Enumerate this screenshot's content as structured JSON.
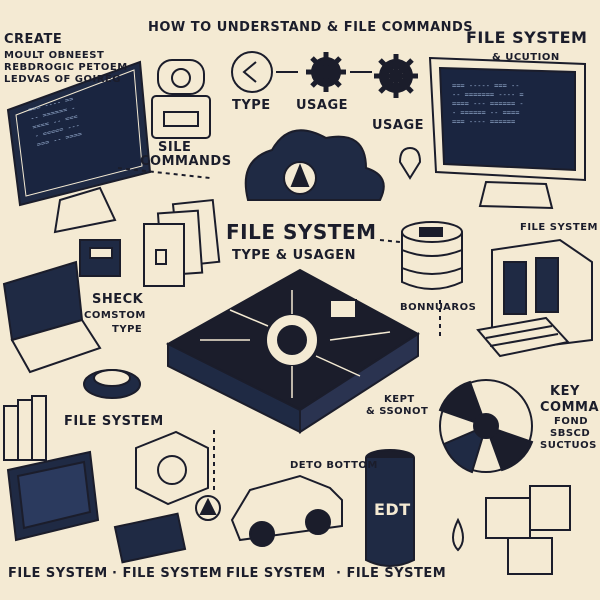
{
  "header": {
    "title": "HOW TO UNDERSTAND & FILE COMMANDS",
    "top_left": "CREATE",
    "top_right": "FILE SYSTEM",
    "top_right_sub": "& UCUTION"
  },
  "left_panel": {
    "lines": [
      "MOULT OBNEEST",
      "REBDROGIC PETOEM",
      "LEDVAS OF GOIREG"
    ]
  },
  "steps": {
    "type_label": "TYPE",
    "usage_label": "USAGE",
    "usage_label_2": "USAGE",
    "side_label": "SILE",
    "commands_label": "COMMANDS"
  },
  "center": {
    "title": "FILE SYSTEM",
    "subtitle": "TYPE &  USAGEN",
    "right_small": "FILE SYSTEM",
    "bonnuaros": "BONNUAROS"
  },
  "left_middle": {
    "check": "SHECK",
    "custom": "COMSTOM",
    "type": "TYPE",
    "file_system": "FILE SYSTEM"
  },
  "right_middle": {
    "key": "KEY",
    "command": "COMMAN",
    "fond": "FOND",
    "sub1": "SBSCD",
    "sub2": "SUCTUOS",
    "kept": "KEPT",
    "ssonot": "& SSONOT"
  },
  "bottom": {
    "barrel": "EDT",
    "small": "DETO BOTTOM",
    "footer": [
      "FILE SYSTEM",
      "· FILE SYSTEM",
      "FILE SYSTEM",
      "· FILE SYSTEM"
    ]
  },
  "colors": {
    "background": "#f4ead3",
    "ink": "#1b1d2b",
    "screen": "#1f2a44"
  }
}
